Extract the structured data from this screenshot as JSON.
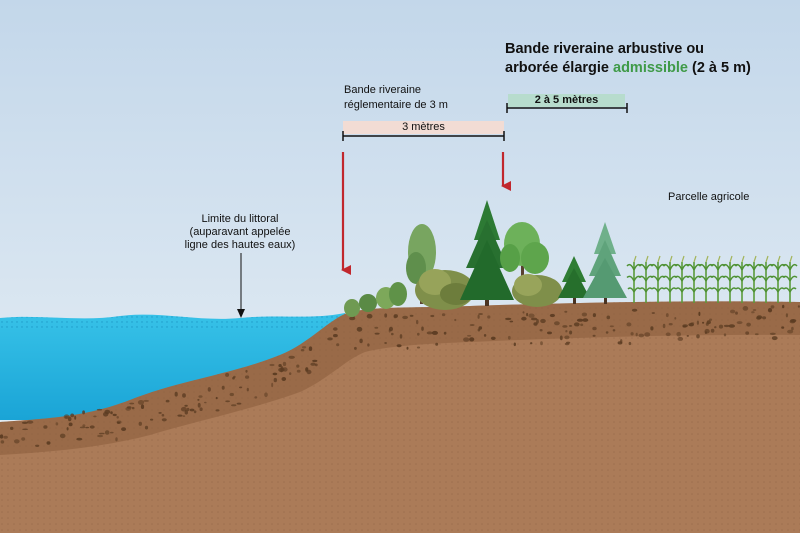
{
  "title": {
    "line1": "Bande riveraine arbustive ou",
    "line2_prefix": "arborée élargie",
    "line2_highlight": "admissible",
    "line2_suffix": "(2 à 5 m)"
  },
  "labels": {
    "reglementaire_line1": "Bande riveraine",
    "reglementaire_line2": "réglementaire de 3 m",
    "bar_3m": "3 mètres",
    "bar_2_5m": "2 à 5 mètres",
    "littoral_line1": "Limite du littoral",
    "littoral_line2": "(auparavant appelée",
    "littoral_line3": "ligne des hautes eaux)",
    "parcelle": "Parcelle agricole"
  },
  "colors": {
    "sky_top": "#c3d7ea",
    "sky_bottom": "#e8f0f6",
    "water": "#2bb8e3",
    "soil": "#ab7b58",
    "soil_dark": "#6a4a2c",
    "bar_3m_fill": "#f2dcd4",
    "bar_2_5m_fill": "#b7dccd",
    "arrow_red": "#c1272d",
    "highlight_green": "#3f9a48"
  }
}
